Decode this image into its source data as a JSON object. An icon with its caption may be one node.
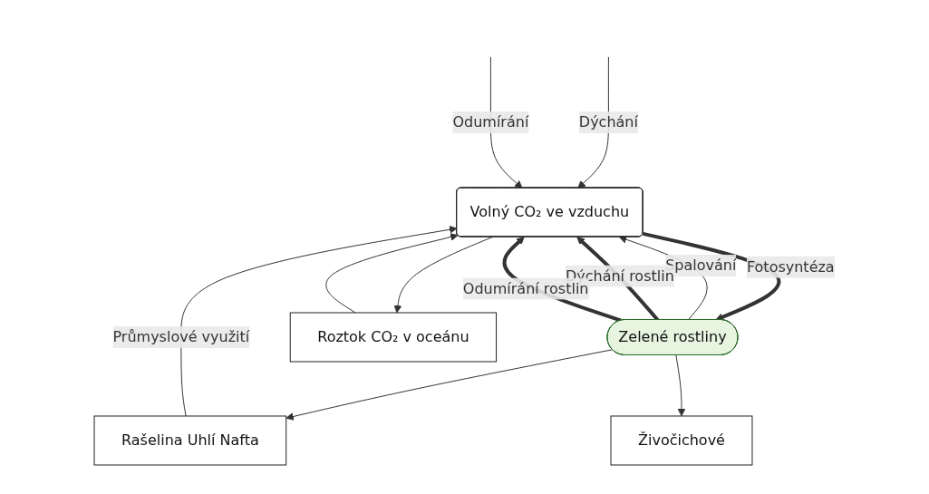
{
  "diagram": {
    "nodes": [
      {
        "text": [
          "Volný CO₂ ve vzduchu"
        ]
      },
      {
        "text": [
          "Zelené rostliny"
        ]
      },
      {
        "text": [
          "Roztok CO₂ v oceánu"
        ]
      },
      {
        "text": [
          "Rašelina Uhlí Nafta"
        ]
      },
      {
        "text": [
          "Živočichové"
        ]
      }
    ],
    "edges": [
      {
        "from": 3,
        "to": 0,
        "arrow": "to",
        "label": "Průmyslové využití"
      },
      {
        "from": 1,
        "to": 0,
        "arrow": "to",
        "label": "Spalování"
      },
      {
        "from": 1,
        "to": 0,
        "arrow": "to",
        "label": "Dýchání rostlin",
        "style": "thick"
      },
      {
        "from": 0,
        "to": 2,
        "arrow": "to"
      },
      {
        "from": 2,
        "to": 0,
        "arrow": "to"
      },
      {
        "from": 0,
        "to": 1,
        "arrow": "to",
        "label": "Fotosyntéza",
        "style": "thick"
      },
      {
        "from": 1,
        "to": 3,
        "arrow": "to"
      },
      {
        "from": 1,
        "to": 0,
        "arrow": "to",
        "label": "Odumírání rostlin",
        "style": "thick"
      },
      {
        "from": null,
        "to": 0,
        "arrow": "to",
        "label": "Dýchání"
      },
      {
        "from": 1,
        "to": 4,
        "arrow": "to"
      },
      {
        "from": null,
        "to": 0,
        "arrow": "to",
        "label": "Odumírání"
      }
    ]
  }
}
